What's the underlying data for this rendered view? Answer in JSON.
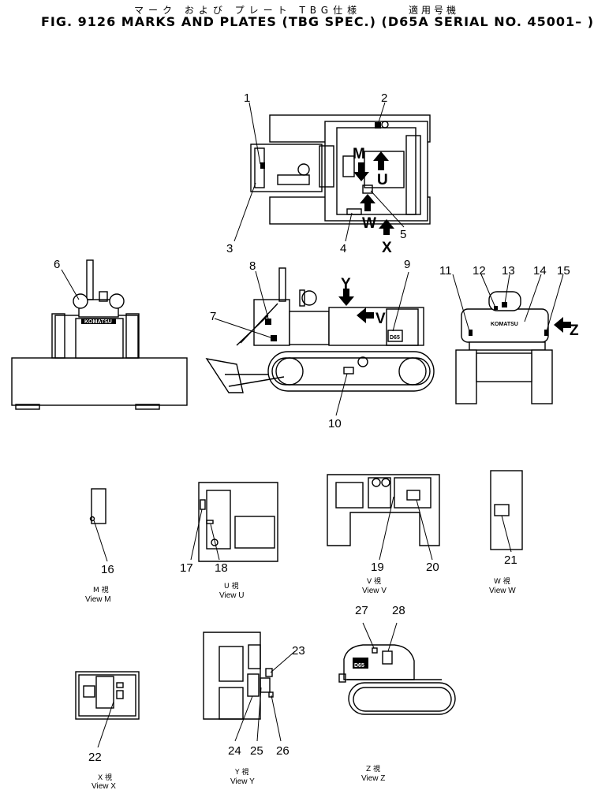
{
  "header": {
    "title_jp_left": "マーク および プレート TBG仕様",
    "title_jp_right": "適用号機",
    "title_en": "FIG. 9126  MARKS AND PLATES (TBG SPEC.) (D65A SERIAL NO. 45001– )"
  },
  "callouts": [
    "1",
    "2",
    "3",
    "4",
    "5",
    "6",
    "7",
    "8",
    "9",
    "10",
    "11",
    "12",
    "13",
    "14",
    "15",
    "16",
    "17",
    "18",
    "19",
    "20",
    "21",
    "22",
    "23",
    "24",
    "25",
    "26",
    "27",
    "28"
  ],
  "arrow_letters": {
    "m": "M",
    "u": "U",
    "w": "W",
    "x": "X",
    "y": "Y",
    "v": "V",
    "z": "Z"
  },
  "plate_text": {
    "komatsu": "KOMATSU",
    "d65": "D65"
  },
  "views": {
    "m": {
      "jp": "M 視",
      "en": "View M"
    },
    "u": {
      "jp": "U 視",
      "en": "View U"
    },
    "v": {
      "jp": "V 視",
      "en": "View V"
    },
    "w": {
      "jp": "W 視",
      "en": "View W"
    },
    "x": {
      "jp": "X 視",
      "en": "View X"
    },
    "y": {
      "jp": "Y 視",
      "en": "View Y"
    },
    "z": {
      "jp": "Z 視",
      "en": "View Z"
    }
  }
}
